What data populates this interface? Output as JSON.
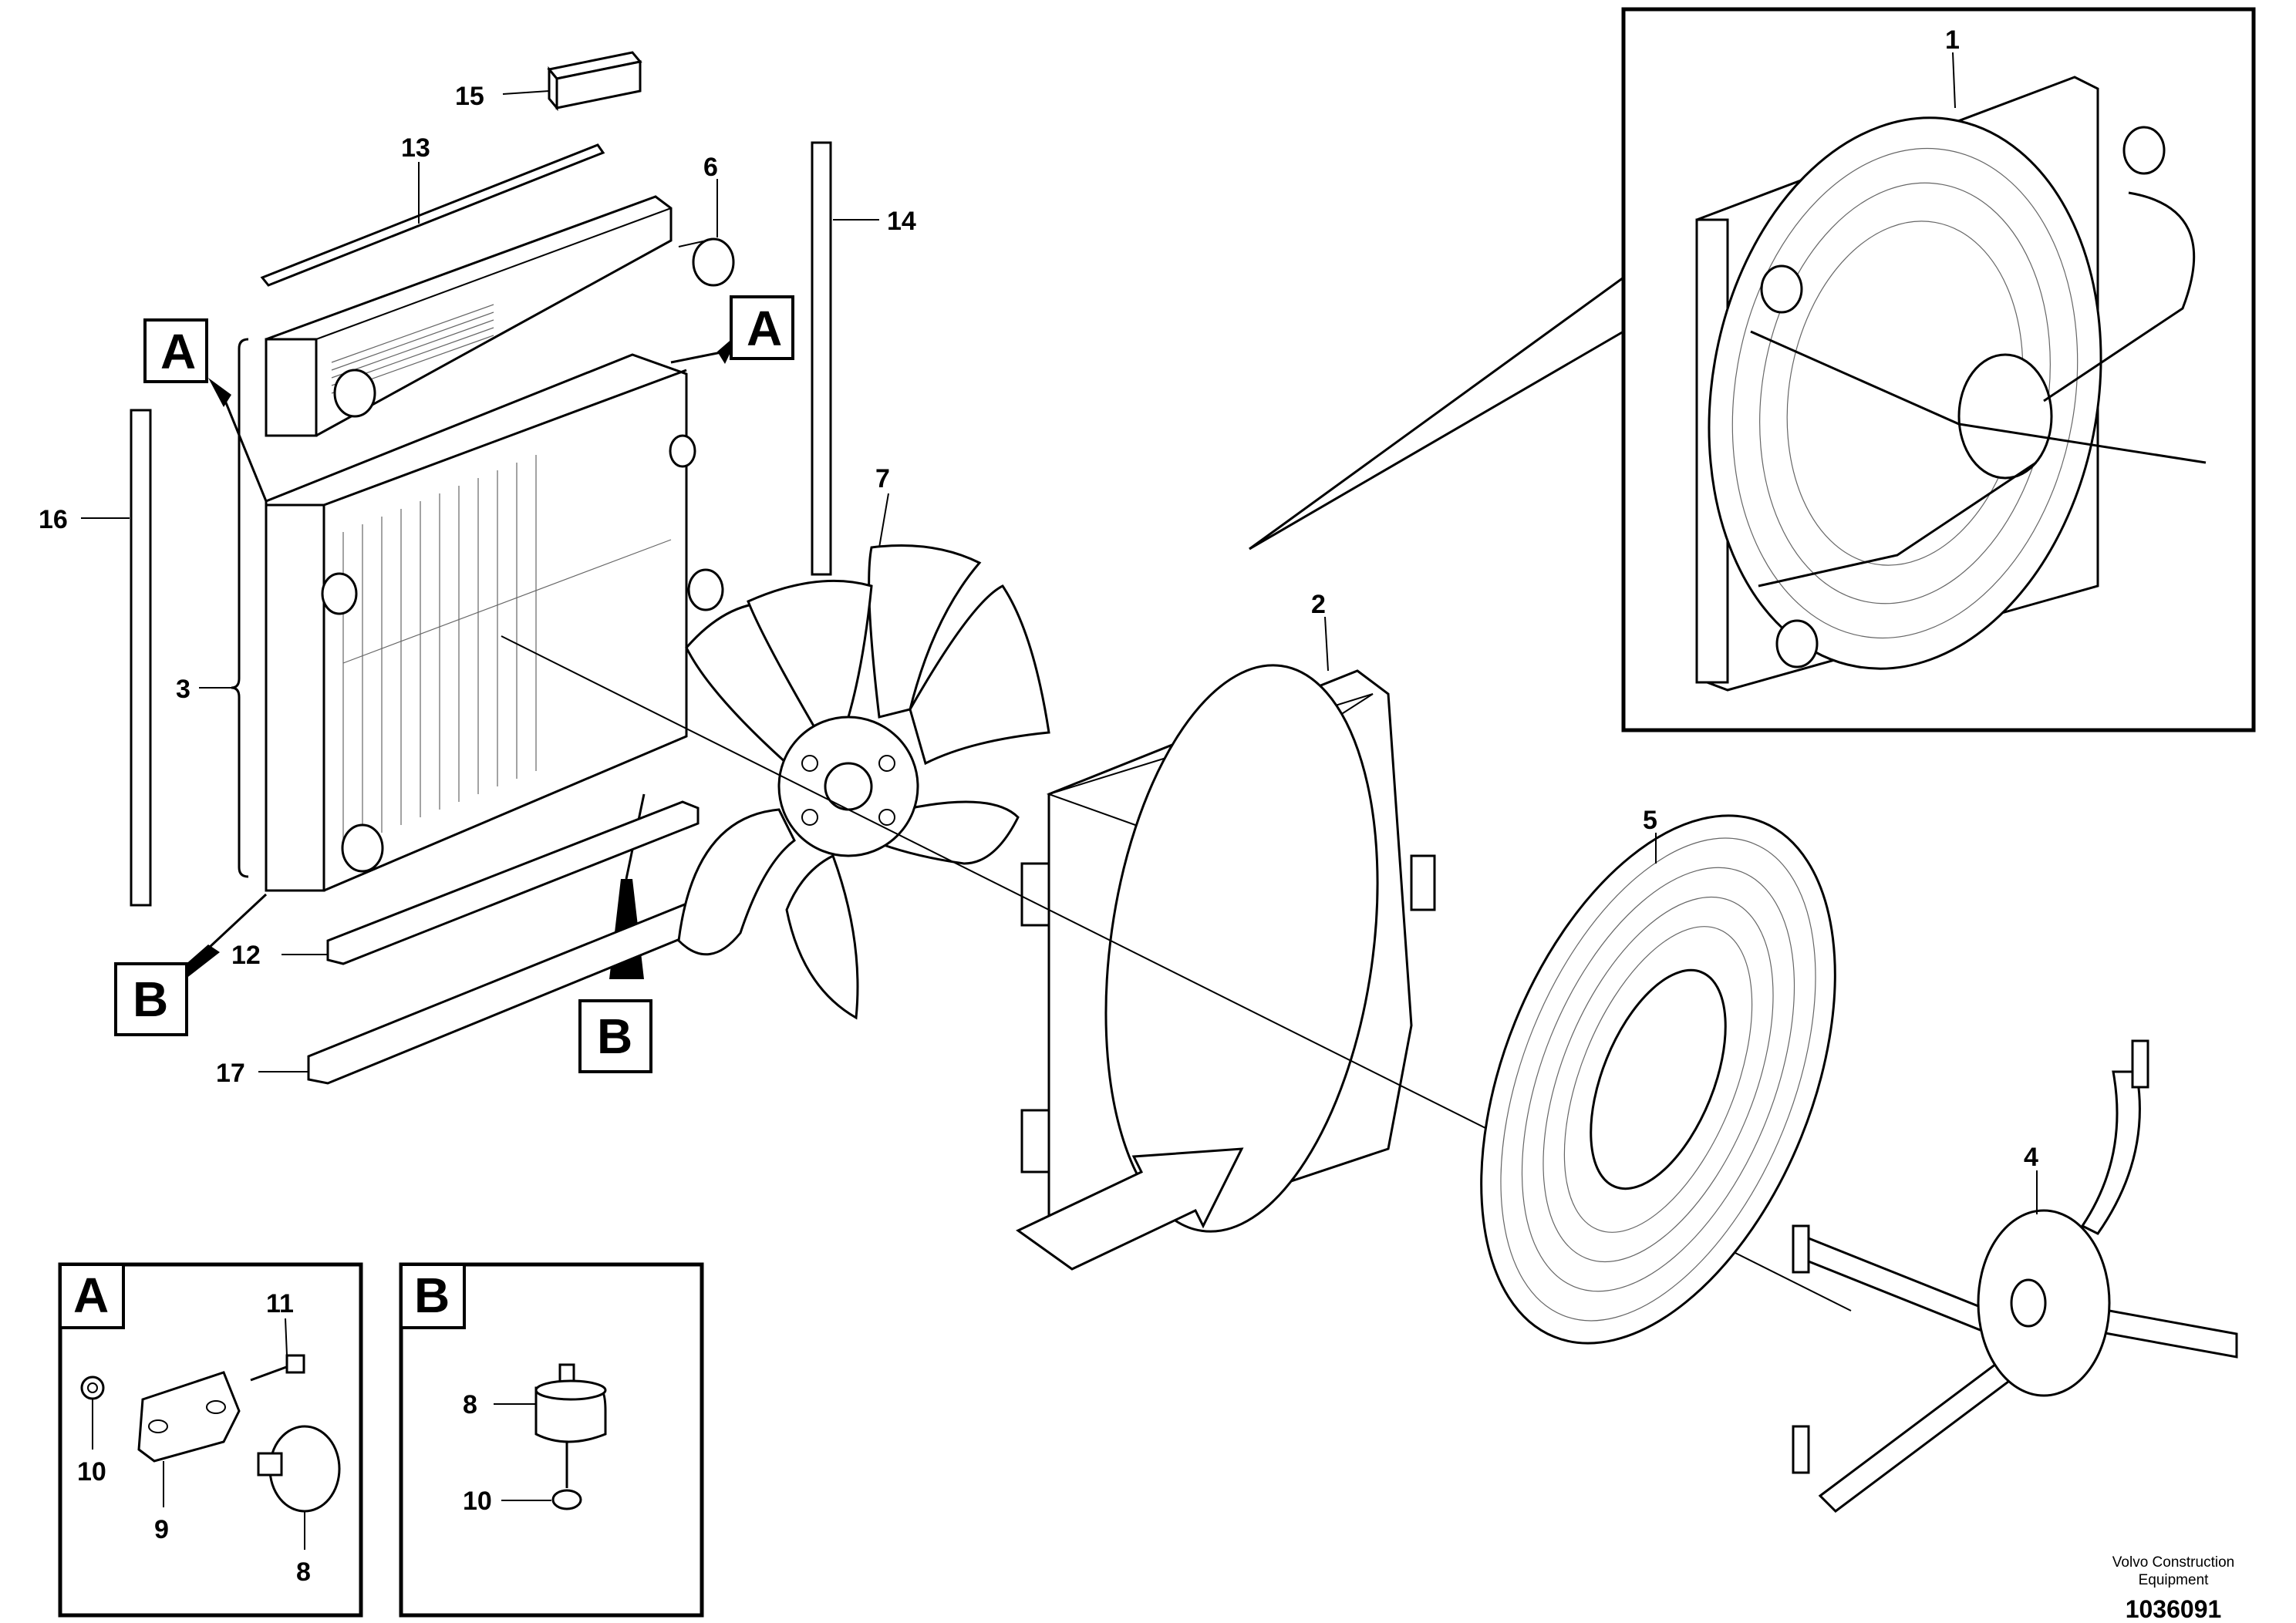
{
  "diagram": {
    "callouts": {
      "p1": "1",
      "p2": "2",
      "p3": "3",
      "p4": "4",
      "p5": "5",
      "p6": "6",
      "p7": "7",
      "p12": "12",
      "p13": "13",
      "p14": "14",
      "p15": "15",
      "p16": "16",
      "p17": "17"
    },
    "view_letters": {
      "a_left": "A",
      "a_top": "A",
      "b_left": "B",
      "b_mid": "B"
    },
    "detail_a": {
      "letter": "A",
      "callouts": {
        "c11": "11",
        "c10": "10",
        "c9": "9",
        "c8": "8"
      }
    },
    "detail_b": {
      "letter": "B",
      "callouts": {
        "c8": "8",
        "c10": "10"
      }
    },
    "footer": {
      "line1": "Volvo Construction",
      "line2": "Equipment",
      "document_number": "1036091"
    }
  }
}
